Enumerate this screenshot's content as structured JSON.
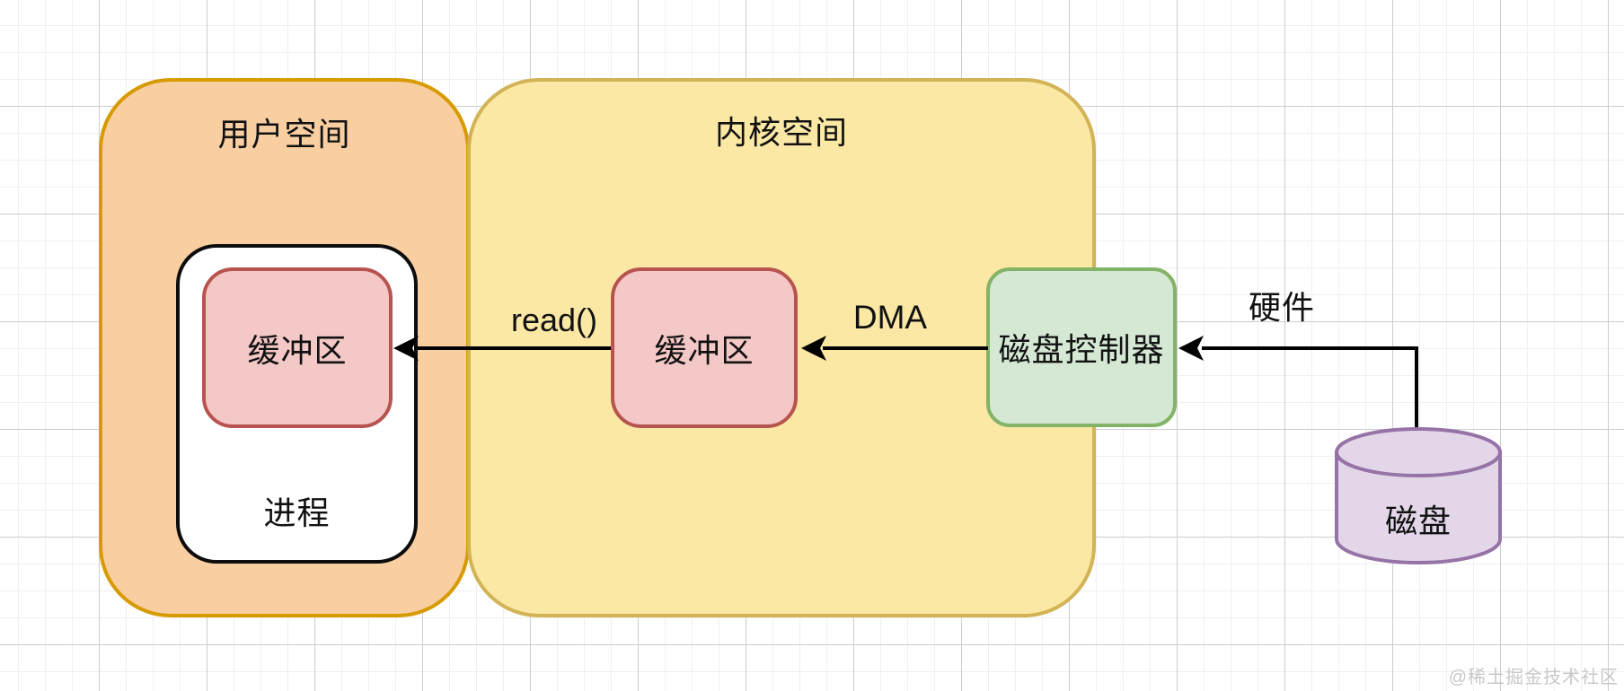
{
  "regions": {
    "user_space": {
      "title": "用户空间",
      "fill": "#f9cea1",
      "border": "#d79b00"
    },
    "kernel_space": {
      "title": "内核空间",
      "fill": "#fbe8a5",
      "border": "#d2b456"
    }
  },
  "nodes": {
    "process": {
      "label": "进程",
      "fill": "#ffffff",
      "border": "#000000"
    },
    "user_buffer": {
      "label": "缓冲区",
      "fill": "#f4c8c6",
      "border": "#b75450"
    },
    "kernel_buffer": {
      "label": "缓冲区",
      "fill": "#f4c8c6",
      "border": "#b75450"
    },
    "disk_controller": {
      "label": "磁盘控制器",
      "fill": "#d5e8d4",
      "border": "#82b366"
    },
    "disk": {
      "label": "磁盘",
      "fill": "#e2d6e8",
      "border": "#9673a6"
    }
  },
  "arrows": {
    "read": {
      "label": "read()",
      "from": "kernel_buffer",
      "to": "user_buffer"
    },
    "dma": {
      "label": "DMA",
      "from": "disk_controller",
      "to": "kernel_buffer"
    },
    "hardware": {
      "label": "硬件",
      "from": "disk",
      "to": "disk_controller"
    }
  },
  "watermark": "@稀土掘金技术社区"
}
